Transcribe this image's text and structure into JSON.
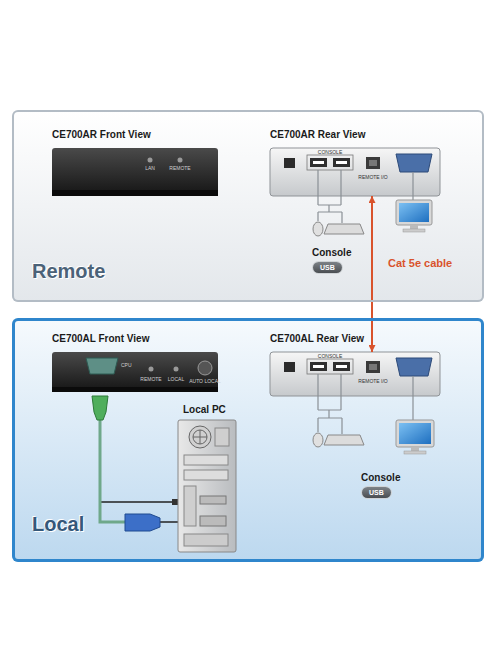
{
  "diagram": {
    "nodes": [
      {
        "text": [
          "Remote"
        ]
      },
      {
        "text": [
          "CE700AR Front View"
        ],
        "in": 0
      },
      {
        "text": [
          "CE700AR Rear View"
        ],
        "in": 0
      },
      {
        "text": [
          "Console",
          "USB"
        ],
        "in": 0
      },
      {
        "text": [
          "Local"
        ]
      },
      {
        "text": [
          "CE700AL Front View"
        ],
        "in": 4
      },
      {
        "text": [
          "CE700AL Rear View"
        ],
        "in": 4
      },
      {
        "text": [
          "Console",
          "USB"
        ],
        "in": 4
      }
    ],
    "edges": [
      {
        "from": 2,
        "to": 6,
        "arrow": "both",
        "label": "Cat 5e cable"
      }
    ],
    "labels": [
      "LAN",
      "REMOTE",
      "CONSOLE",
      "REMOTE I/O",
      "CPU",
      "REMOTE",
      "LOCAL",
      "AUTO LOCAL",
      "CONSOLE",
      "REMOTE I/O",
      "Local PC"
    ]
  }
}
